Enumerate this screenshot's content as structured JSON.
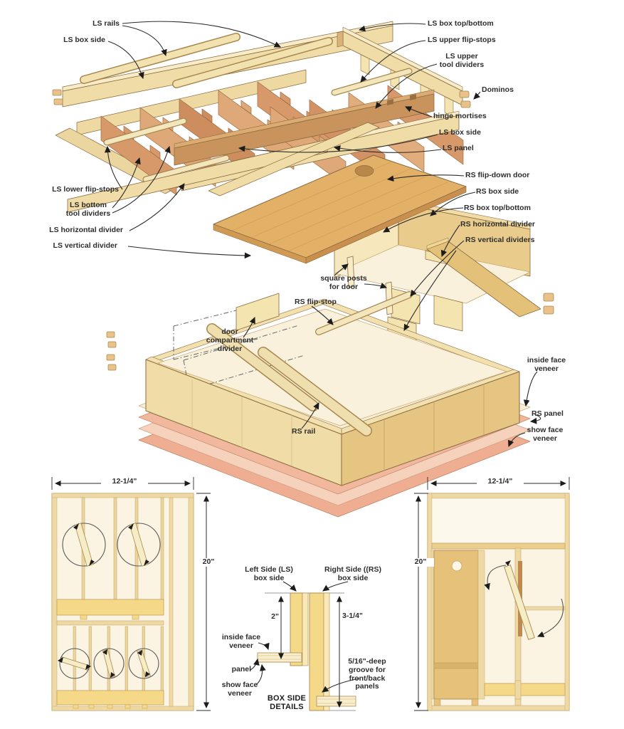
{
  "figure": {
    "type": "woodworking exploded-view construction diagram",
    "colors": {
      "wood_light": "#f0dca6",
      "wood_lighter": "#f8ecc8",
      "wood_mid": "#e6c583",
      "wood_dark": "#c8935c",
      "divider_orange": "#d7996a",
      "door_gold": "#e3b068",
      "veneer_pink": "#f2b89d",
      "cream": "#f9f1dc",
      "band_yellow": "#f6d988",
      "outline": "#8a6a3f",
      "leader": "#2b2b2b"
    }
  },
  "exploded": {
    "ls_rails": "LS rails",
    "ls_box_side_top": "LS box side",
    "ls_box_top_bottom": "LS box top/bottom",
    "ls_upper_flip_stops": "LS upper flip-stops",
    "ls_upper_tool_dividers": "LS upper\ntool dividers",
    "dominos": "Dominos",
    "hinge_mortises": "hinge mortises",
    "ls_box_side_mid": "LS box side",
    "ls_panel": "LS panel",
    "rs_flip_down_door": "RS flip-down door",
    "rs_box_side": "RS box side",
    "rs_box_top_bottom": "RS box top/bottom",
    "rs_horizontal_divider": "RS horizontal divider",
    "rs_vertical_dividers": "RS vertical dividers",
    "ls_lower_flip_stops": "LS lower flip-stops",
    "ls_bottom_tool_dividers": "LS bottom\ntool dividers",
    "ls_horizontal_divider": "LS horizontal divider",
    "ls_vertical_divider": "LS vertical divider",
    "square_posts_for_door": "square posts\nfor door",
    "rs_flip_stop": "RS flip-stop",
    "door_compartment_divider": "door\ncompartment\ndivider",
    "rs_rail": "RS rail",
    "inside_face_veneer": "inside face\nveneer",
    "rs_panel": "RS panel",
    "show_face_veneer": "show face\nveneer"
  },
  "left_panel": {
    "width_dim": "12-1/4\"",
    "height_dim": "20\""
  },
  "right_panel": {
    "width_dim": "12-1/4\"",
    "height_dim": "20\""
  },
  "box_side_details": {
    "title": "BOX SIDE\nDETAILS",
    "left_side": "Left Side (LS)\nbox side",
    "right_side": "Right Side ((RS)\nbox side",
    "ls_depth": "2\"",
    "rs_depth": "3-1/4\"",
    "inside_face_veneer": "inside face\nveneer",
    "panel": "panel",
    "show_face_veneer": "show face\nveneer",
    "groove": "5/16\"-deep\ngroove for\nfront/back\npanels"
  }
}
